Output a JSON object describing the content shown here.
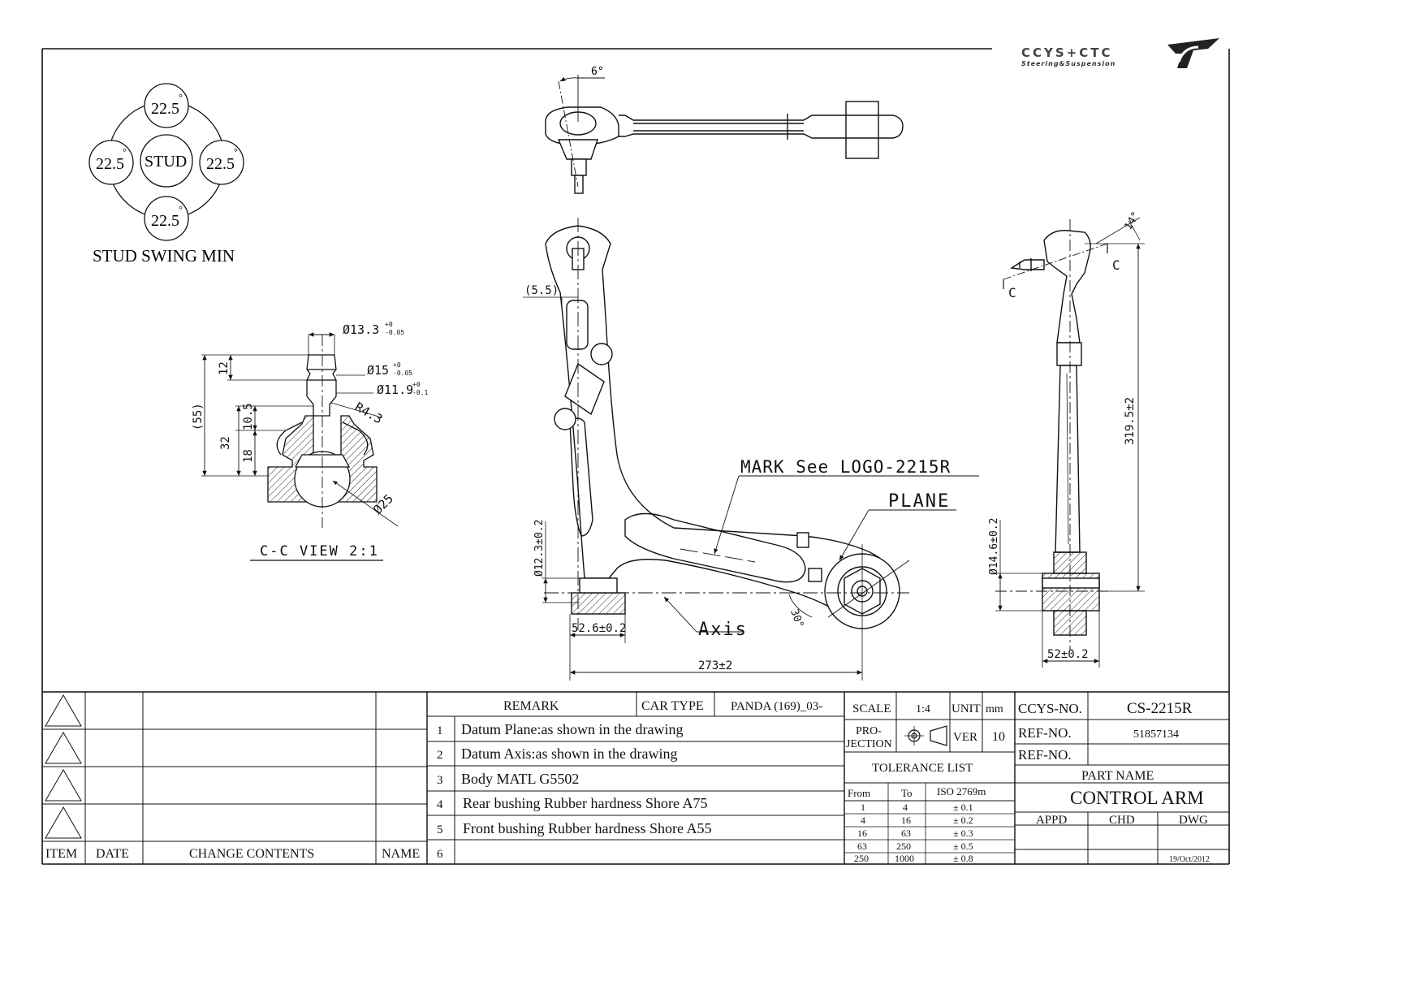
{
  "logo": {
    "brand": "CCYS+CTC",
    "tagline": "Steering&Suspension"
  },
  "stud_swing": {
    "top": "22.5",
    "left": "22.5",
    "right": "22.5",
    "bottom": "22.5",
    "degree": "°",
    "center": "STUD",
    "caption": "STUD SWING MIN"
  },
  "cc_view": {
    "d1": "Ø13.3",
    "d1_tol_up": "+0",
    "d1_tol_dn": "-0.05",
    "d2": "Ø15",
    "d2_tol_up": "+0",
    "d2_tol_dn": "-0.05",
    "d3": "Ø11.9",
    "d3_tol_up": "+0",
    "d3_tol_dn": "-0.1",
    "radius": "R4.3",
    "ball": "Ø25",
    "dim_12": "12",
    "dim_55": "(55)",
    "dim_32": "32",
    "dim_105": "10.5",
    "dim_18": "18",
    "title": "C-C VIEW 2:1"
  },
  "top_view": {
    "angle": "6°"
  },
  "front_view": {
    "dim_55": "(5.5)",
    "mark": "MARK See LOGO-2215R",
    "plane": "PLANE",
    "axis": "Axis",
    "bore": "Ø12.3±0.2",
    "bush_width": "52.6±0.2",
    "angle": "30°",
    "length": "273±2"
  },
  "side_view": {
    "angle": "14°",
    "c_left": "C",
    "c_right": "C",
    "height": "319.5±2",
    "bore": "Ø14.6±0.2",
    "bush_width": "52±0.2"
  },
  "revisions": {
    "headers": [
      "ITEM",
      "DATE",
      "CHANGE CONTENTS",
      "NAME"
    ]
  },
  "remarks": {
    "remark_label": "REMARK",
    "car_type_label": "CAR TYPE",
    "car_type": "PANDA (169)_03-",
    "rows": [
      {
        "num": "1",
        "text": "Datum Plane:as shown in the drawing"
      },
      {
        "num": "2",
        "text": "Datum Axis:as shown in the drawing"
      },
      {
        "num": "3",
        "text": "Body MATL G5502"
      },
      {
        "num": "4",
        "text": "Rear bushing Rubber hardness Shore A75"
      },
      {
        "num": "5",
        "text": "Front bushing Rubber hardness Shore A55"
      },
      {
        "num": "6",
        "text": ""
      }
    ]
  },
  "specs": {
    "scale_label": "SCALE",
    "scale": "1:4",
    "unit_label": "UNIT",
    "unit": "mm",
    "projection_label_1": "PRO-",
    "projection_label_2": "JECTION",
    "ver_label": "VER",
    "ver": "10",
    "tolerance_title": "TOLERANCE LIST",
    "tol_headers": [
      "From",
      "To",
      "ISO 2769m"
    ],
    "tol_rows": [
      [
        "1",
        "4",
        "± 0.1"
      ],
      [
        "4",
        "16",
        "± 0.2"
      ],
      [
        "16",
        "63",
        "± 0.3"
      ],
      [
        "63",
        "250",
        "± 0.5"
      ],
      [
        "250",
        "1000",
        "± 0.8"
      ]
    ]
  },
  "title_block": {
    "ccys_no_label": "CCYS-NO.",
    "ccys_no": "CS-2215R",
    "ref_no_label": "REF-NO.",
    "ref_no": "51857134",
    "ref_no2_label": "REF-NO.",
    "ref_no2": "",
    "part_name_label": "PART NAME",
    "part_name": "CONTROL ARM",
    "appd": "APPD",
    "chd": "CHD",
    "dwg": "DWG",
    "date": "19/Oct/2012"
  }
}
